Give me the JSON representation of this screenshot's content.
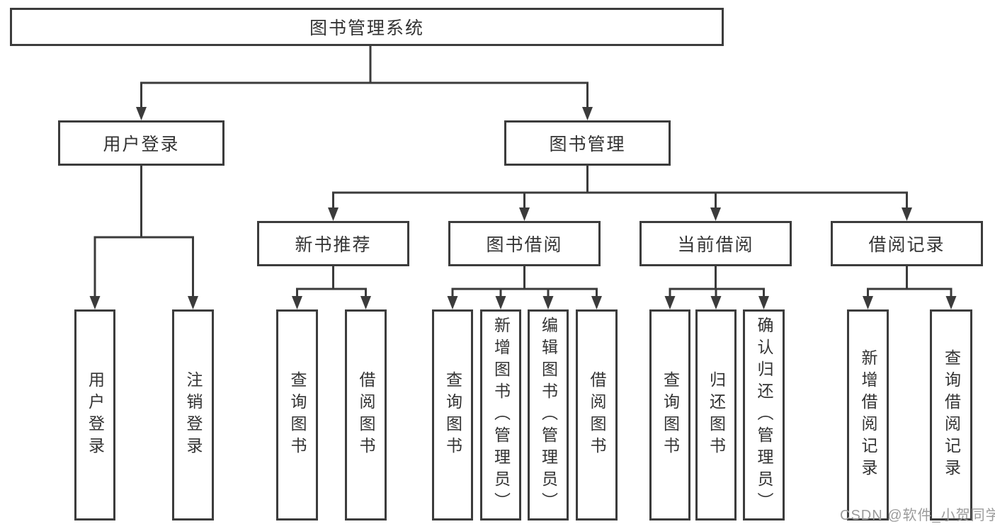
{
  "diagram": {
    "root": {
      "label": "图书管理系统"
    },
    "level2": [
      {
        "label": "用户登录"
      },
      {
        "label": "图书管理"
      }
    ],
    "level3": [
      {
        "parent": "图书管理",
        "label": "新书推荐"
      },
      {
        "parent": "图书管理",
        "label": "图书借阅"
      },
      {
        "parent": "图书管理",
        "label": "当前借阅"
      },
      {
        "parent": "图书管理",
        "label": "借阅记录"
      }
    ],
    "leaves": [
      {
        "parent": "用户登录",
        "label": "用户登录"
      },
      {
        "parent": "用户登录",
        "label": "注销登录"
      },
      {
        "parent": "新书推荐",
        "label": "查询图书"
      },
      {
        "parent": "新书推荐",
        "label": "借阅图书"
      },
      {
        "parent": "图书借阅",
        "label": "查询图书"
      },
      {
        "parent": "图书借阅",
        "label": "新增图书（管理员）"
      },
      {
        "parent": "图书借阅",
        "label": "编辑图书（管理员）"
      },
      {
        "parent": "图书借阅",
        "label": "借阅图书"
      },
      {
        "parent": "当前借阅",
        "label": "查询图书"
      },
      {
        "parent": "当前借阅",
        "label": "归还图书"
      },
      {
        "parent": "当前借阅",
        "label": "确认归还（管理员）"
      },
      {
        "parent": "借阅记录",
        "label": "新增借阅记录"
      },
      {
        "parent": "借阅记录",
        "label": "查询借阅记录"
      }
    ],
    "watermark": "CSDN @软件_小贺同学",
    "colors": {
      "line": "#3b3b3b",
      "border": "#3c3c3c",
      "text": "#333333",
      "watermark": "#9b9b9b",
      "background": "#ffffff"
    }
  }
}
